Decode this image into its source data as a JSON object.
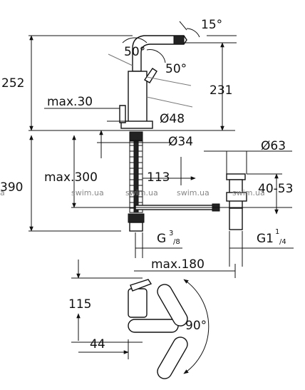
{
  "dimensions": {
    "angle_15": "15°",
    "angle_50_left": "50°",
    "angle_50_right": "50°",
    "height_252": "252",
    "height_231": "231",
    "max_30": "max.30",
    "dia_48": "Ø48",
    "dia_34": "Ø34",
    "dia_63": "Ø63",
    "max_300": "max.300",
    "dim_113": "113",
    "height_390": "390",
    "range_40_53": "40-53",
    "g_38_base": "G",
    "g_38_num": "3",
    "g_38_den": "/8",
    "g_114_base": "G1",
    "g_114_num": "1",
    "g_114_den": "/4",
    "max_180": "max.180",
    "dim_115": "115",
    "dim_44": "44",
    "angle_90": "90°"
  },
  "watermark": [
    "a",
    "swim.ua",
    "swim.ua",
    "swim.ua",
    "swim.ua"
  ]
}
